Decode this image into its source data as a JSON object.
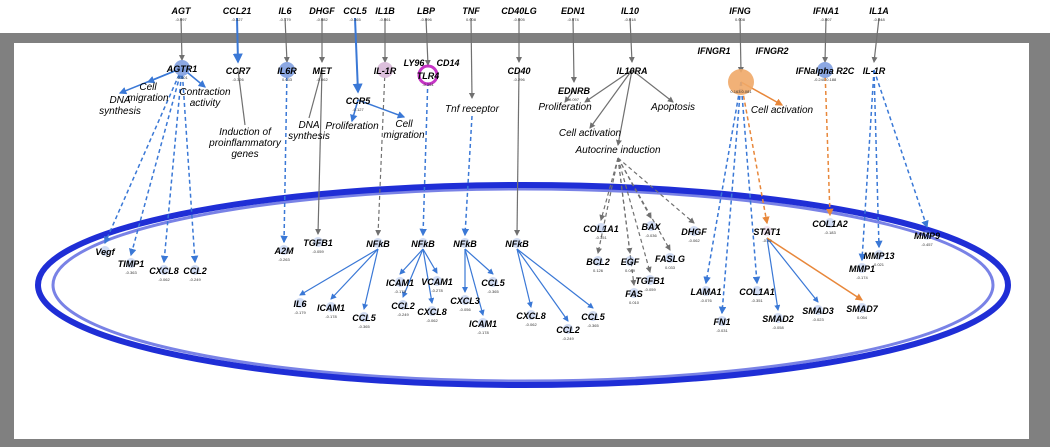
{
  "colors": {
    "frame": "#808080",
    "panel": "#ffffff",
    "ellipse": "#1f2ed6",
    "edge_blue": "#3a78d6",
    "edge_gray": "#707070",
    "edge_orange": "#e8873a",
    "node_blue": "#7f9fe0",
    "node_orange": "#f0a868",
    "node_pink": "#d8b8d8",
    "node_magenta": "#c020c0"
  },
  "top_labels": [
    {
      "id": "AGT",
      "text": "AGT",
      "value": "-0.097"
    },
    {
      "id": "CCL21",
      "text": "CCL21",
      "value": "-0.327"
    },
    {
      "id": "IL6t",
      "text": "IL6",
      "value": "-0.179"
    },
    {
      "id": "DHGFt",
      "text": "DHGF",
      "value": "-0.082"
    },
    {
      "id": "CCL5t",
      "text": "CCL5",
      "value": "-0.365"
    },
    {
      "id": "IL1B",
      "text": "IL1B",
      "value": "-0.061"
    },
    {
      "id": "LBP",
      "text": "LBP",
      "value": "-0.096"
    },
    {
      "id": "TNF",
      "text": "TNF",
      "value": "0.008"
    },
    {
      "id": "CD40LG",
      "text": "CD40LG",
      "value": "-0.005"
    },
    {
      "id": "EDN1",
      "text": "EDN1",
      "value": "-0.074"
    },
    {
      "id": "IL10",
      "text": "IL10",
      "value": "-0.018"
    },
    {
      "id": "IFNG",
      "text": "IFNG",
      "value": "0.008"
    },
    {
      "id": "IFNA1",
      "text": "IFNA1",
      "value": "-0.007"
    },
    {
      "id": "IL1A",
      "text": "IL1A",
      "value": "-0.048"
    }
  ],
  "nodes": [
    {
      "id": "AGTR1",
      "text": "AGTR1",
      "value": "-0.001",
      "kind": "blue"
    },
    {
      "id": "CCR7",
      "text": "CCR7",
      "value": "-0.326",
      "kind": "none"
    },
    {
      "id": "IL6R",
      "text": "IL6R",
      "value": "0.033",
      "kind": "blue"
    },
    {
      "id": "MET",
      "text": "MET",
      "value": "-0.062",
      "kind": "none"
    },
    {
      "id": "IL1R",
      "text": "IL-1R",
      "value": "",
      "kind": "pink"
    },
    {
      "id": "CCR5",
      "text": "CCR5",
      "value": "-0.127",
      "kind": "none"
    },
    {
      "id": "LY96",
      "text": "LY96",
      "value": "",
      "kind": "none"
    },
    {
      "id": "CD14",
      "text": "CD14",
      "value": "",
      "kind": "none"
    },
    {
      "id": "TLR4",
      "text": "TLR4",
      "value": "-0.161",
      "kind": "magenta"
    },
    {
      "id": "CD40",
      "text": "CD40",
      "value": "-0.296",
      "kind": "none"
    },
    {
      "id": "EDNRB",
      "text": "EDNRB",
      "value": "0.097",
      "kind": "none"
    },
    {
      "id": "IL10RA",
      "text": "IL10RA",
      "value": "",
      "kind": "none"
    },
    {
      "id": "IFNGR1",
      "text": "IFNGR1",
      "value": "",
      "kind": "none"
    },
    {
      "id": "IFNGR2",
      "text": "IFNGR2",
      "value": "",
      "kind": "none"
    },
    {
      "id": "IFNGC",
      "text": "",
      "value": "0.163  0.081",
      "kind": "orange"
    },
    {
      "id": "IFNAR",
      "text": "IFNalpha R2C",
      "value": "-0.240 0.188",
      "kind": "blue"
    },
    {
      "id": "IL1Rr",
      "text": "IL-1R",
      "value": "",
      "kind": "none"
    }
  ],
  "annotations": [
    {
      "id": "dna1",
      "text": "DNA\nsynthesis"
    },
    {
      "id": "cellmig1",
      "text": "Cell\nmigration"
    },
    {
      "id": "contract",
      "text": "Contraction\nactivity"
    },
    {
      "id": "induction",
      "text": "Induction of\nproinflammatory\ngenes"
    },
    {
      "id": "dna2",
      "text": "DNA\nsynthesis"
    },
    {
      "id": "prolif1",
      "text": "Proliferation"
    },
    {
      "id": "cellmig2",
      "text": "Cell\nmigration"
    },
    {
      "id": "tnfr",
      "text": "Tnf receptor"
    },
    {
      "id": "prolif2",
      "text": "Proliferation"
    },
    {
      "id": "apop",
      "text": "Apoptosis"
    },
    {
      "id": "cellact1",
      "text": "Cell activation"
    },
    {
      "id": "autocrine",
      "text": "Autocrine induction"
    },
    {
      "id": "cellact2",
      "text": "Cell activation"
    }
  ],
  "bottom_labels": [
    {
      "id": "Vegf",
      "text": "Vegf",
      "value": ""
    },
    {
      "id": "TIMP1",
      "text": "TIMP1",
      "value": "-0.363"
    },
    {
      "id": "CXCL8a",
      "text": "CXCL8",
      "value": "-0.062"
    },
    {
      "id": "CCL2a",
      "text": "CCL2",
      "value": "-0.249"
    },
    {
      "id": "A2M",
      "text": "A2M",
      "value": "-0.263"
    },
    {
      "id": "TGFB1a",
      "text": "TGFB1",
      "value": "-0.059"
    },
    {
      "id": "NFkB1",
      "text": "NFkB",
      "value": ""
    },
    {
      "id": "NFkB2",
      "text": "NFkB",
      "value": ""
    },
    {
      "id": "NFkB3",
      "text": "NFkB",
      "value": ""
    },
    {
      "id": "NFkB4",
      "text": "NFkB",
      "value": ""
    },
    {
      "id": "COL1A1a",
      "text": "COL1A1",
      "value": "-0.351"
    },
    {
      "id": "BAX",
      "text": "BAX",
      "value": "-0.036"
    },
    {
      "id": "DHGFb",
      "text": "DHGF",
      "value": "-0.062"
    },
    {
      "id": "BCL2",
      "text": "BCL2",
      "value": "0.126"
    },
    {
      "id": "EGF",
      "text": "EGF",
      "value": "0.049"
    },
    {
      "id": "FASLG",
      "text": "FASLG",
      "value": "0.033"
    },
    {
      "id": "TGFB1b",
      "text": "TGFB1",
      "value": "-0.059"
    },
    {
      "id": "FAS",
      "text": "FAS",
      "value": "0.010"
    },
    {
      "id": "STAT1",
      "text": "STAT1",
      "value": "-0.12"
    },
    {
      "id": "COL1A2",
      "text": "COL1A2",
      "value": "-0.183"
    },
    {
      "id": "MMP9",
      "text": "MMP9",
      "value": "-0.457"
    },
    {
      "id": "MMP13",
      "text": "MMP13",
      "value": "0.021"
    },
    {
      "id": "MMP1a",
      "text": "MMP1",
      "value": "-0.174"
    },
    {
      "id": "IL6b",
      "text": "IL6",
      "value": "-0.179"
    },
    {
      "id": "ICAM1a",
      "text": "ICAM1",
      "value": "-0.178"
    },
    {
      "id": "CCL5a",
      "text": "CCL5",
      "value": "-0.365"
    },
    {
      "id": "ICAM1b",
      "text": "ICAM1",
      "value": "-0.178"
    },
    {
      "id": "VCAM1",
      "text": "VCAM1",
      "value": "-0.278"
    },
    {
      "id": "CCL2b",
      "text": "CCL2",
      "value": "-0.249"
    },
    {
      "id": "CXCL8b",
      "text": "CXCL8",
      "value": "-0.062"
    },
    {
      "id": "CXCL3",
      "text": "CXCL3",
      "value": "-0.056"
    },
    {
      "id": "CCL5b",
      "text": "CCL5",
      "value": "-0.365"
    },
    {
      "id": "ICAM1c",
      "text": "ICAM1",
      "value": "-0.178"
    },
    {
      "id": "CXCL8c",
      "text": "CXCL8",
      "value": "-0.062"
    },
    {
      "id": "CCL2c",
      "text": "CCL2",
      "value": "-0.249"
    },
    {
      "id": "CCL5c",
      "text": "CCL5",
      "value": "-0.365"
    },
    {
      "id": "LAMA1",
      "text": "LAMA1",
      "value": "-0.076"
    },
    {
      "id": "COL1A1b",
      "text": "COL1A1",
      "value": "-0.351"
    },
    {
      "id": "FN1",
      "text": "FN1",
      "value": "-0.031"
    },
    {
      "id": "SMAD2",
      "text": "SMAD2",
      "value": "-0.058"
    },
    {
      "id": "SMAD3",
      "text": "SMAD3",
      "value": "-0.023"
    },
    {
      "id": "SMAD7",
      "text": "SMAD7",
      "value": "0.054"
    }
  ]
}
